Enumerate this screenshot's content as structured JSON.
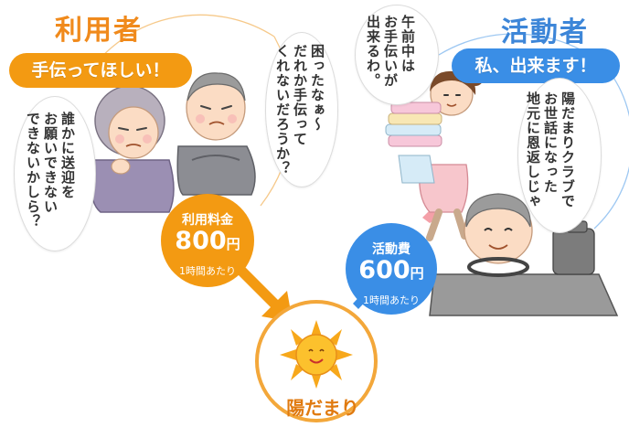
{
  "users": {
    "title": "利用者",
    "banner": "手伝ってほしい！",
    "bubble_left": "誰かに送迎を\nお願いできない\nできないかしら？",
    "bubble_right": "困ったなぁ〜\nだれか手伝って\nくれないだろうか？"
  },
  "workers": {
    "title": "活動者",
    "banner": "私、出来ます！",
    "bubble_left": "午前中は\nお手伝いが\n出来るわ。",
    "bubble_right": "陽だまりクラブで\nお世話になった\n地元に恩返しじゃ"
  },
  "user_fee": {
    "label": "利用料金",
    "amount": "800",
    "yen": "円",
    "unit": "1時間あたり"
  },
  "worker_fee": {
    "label": "活動費",
    "amount": "600",
    "yen": "円",
    "unit": "1時間あたり"
  },
  "center": {
    "name": "陽だまり"
  },
  "colors": {
    "orange": "#f39a12",
    "blue": "#3a8ee6",
    "title_orange": "#f08a1c",
    "title_blue": "#3d86d8"
  }
}
